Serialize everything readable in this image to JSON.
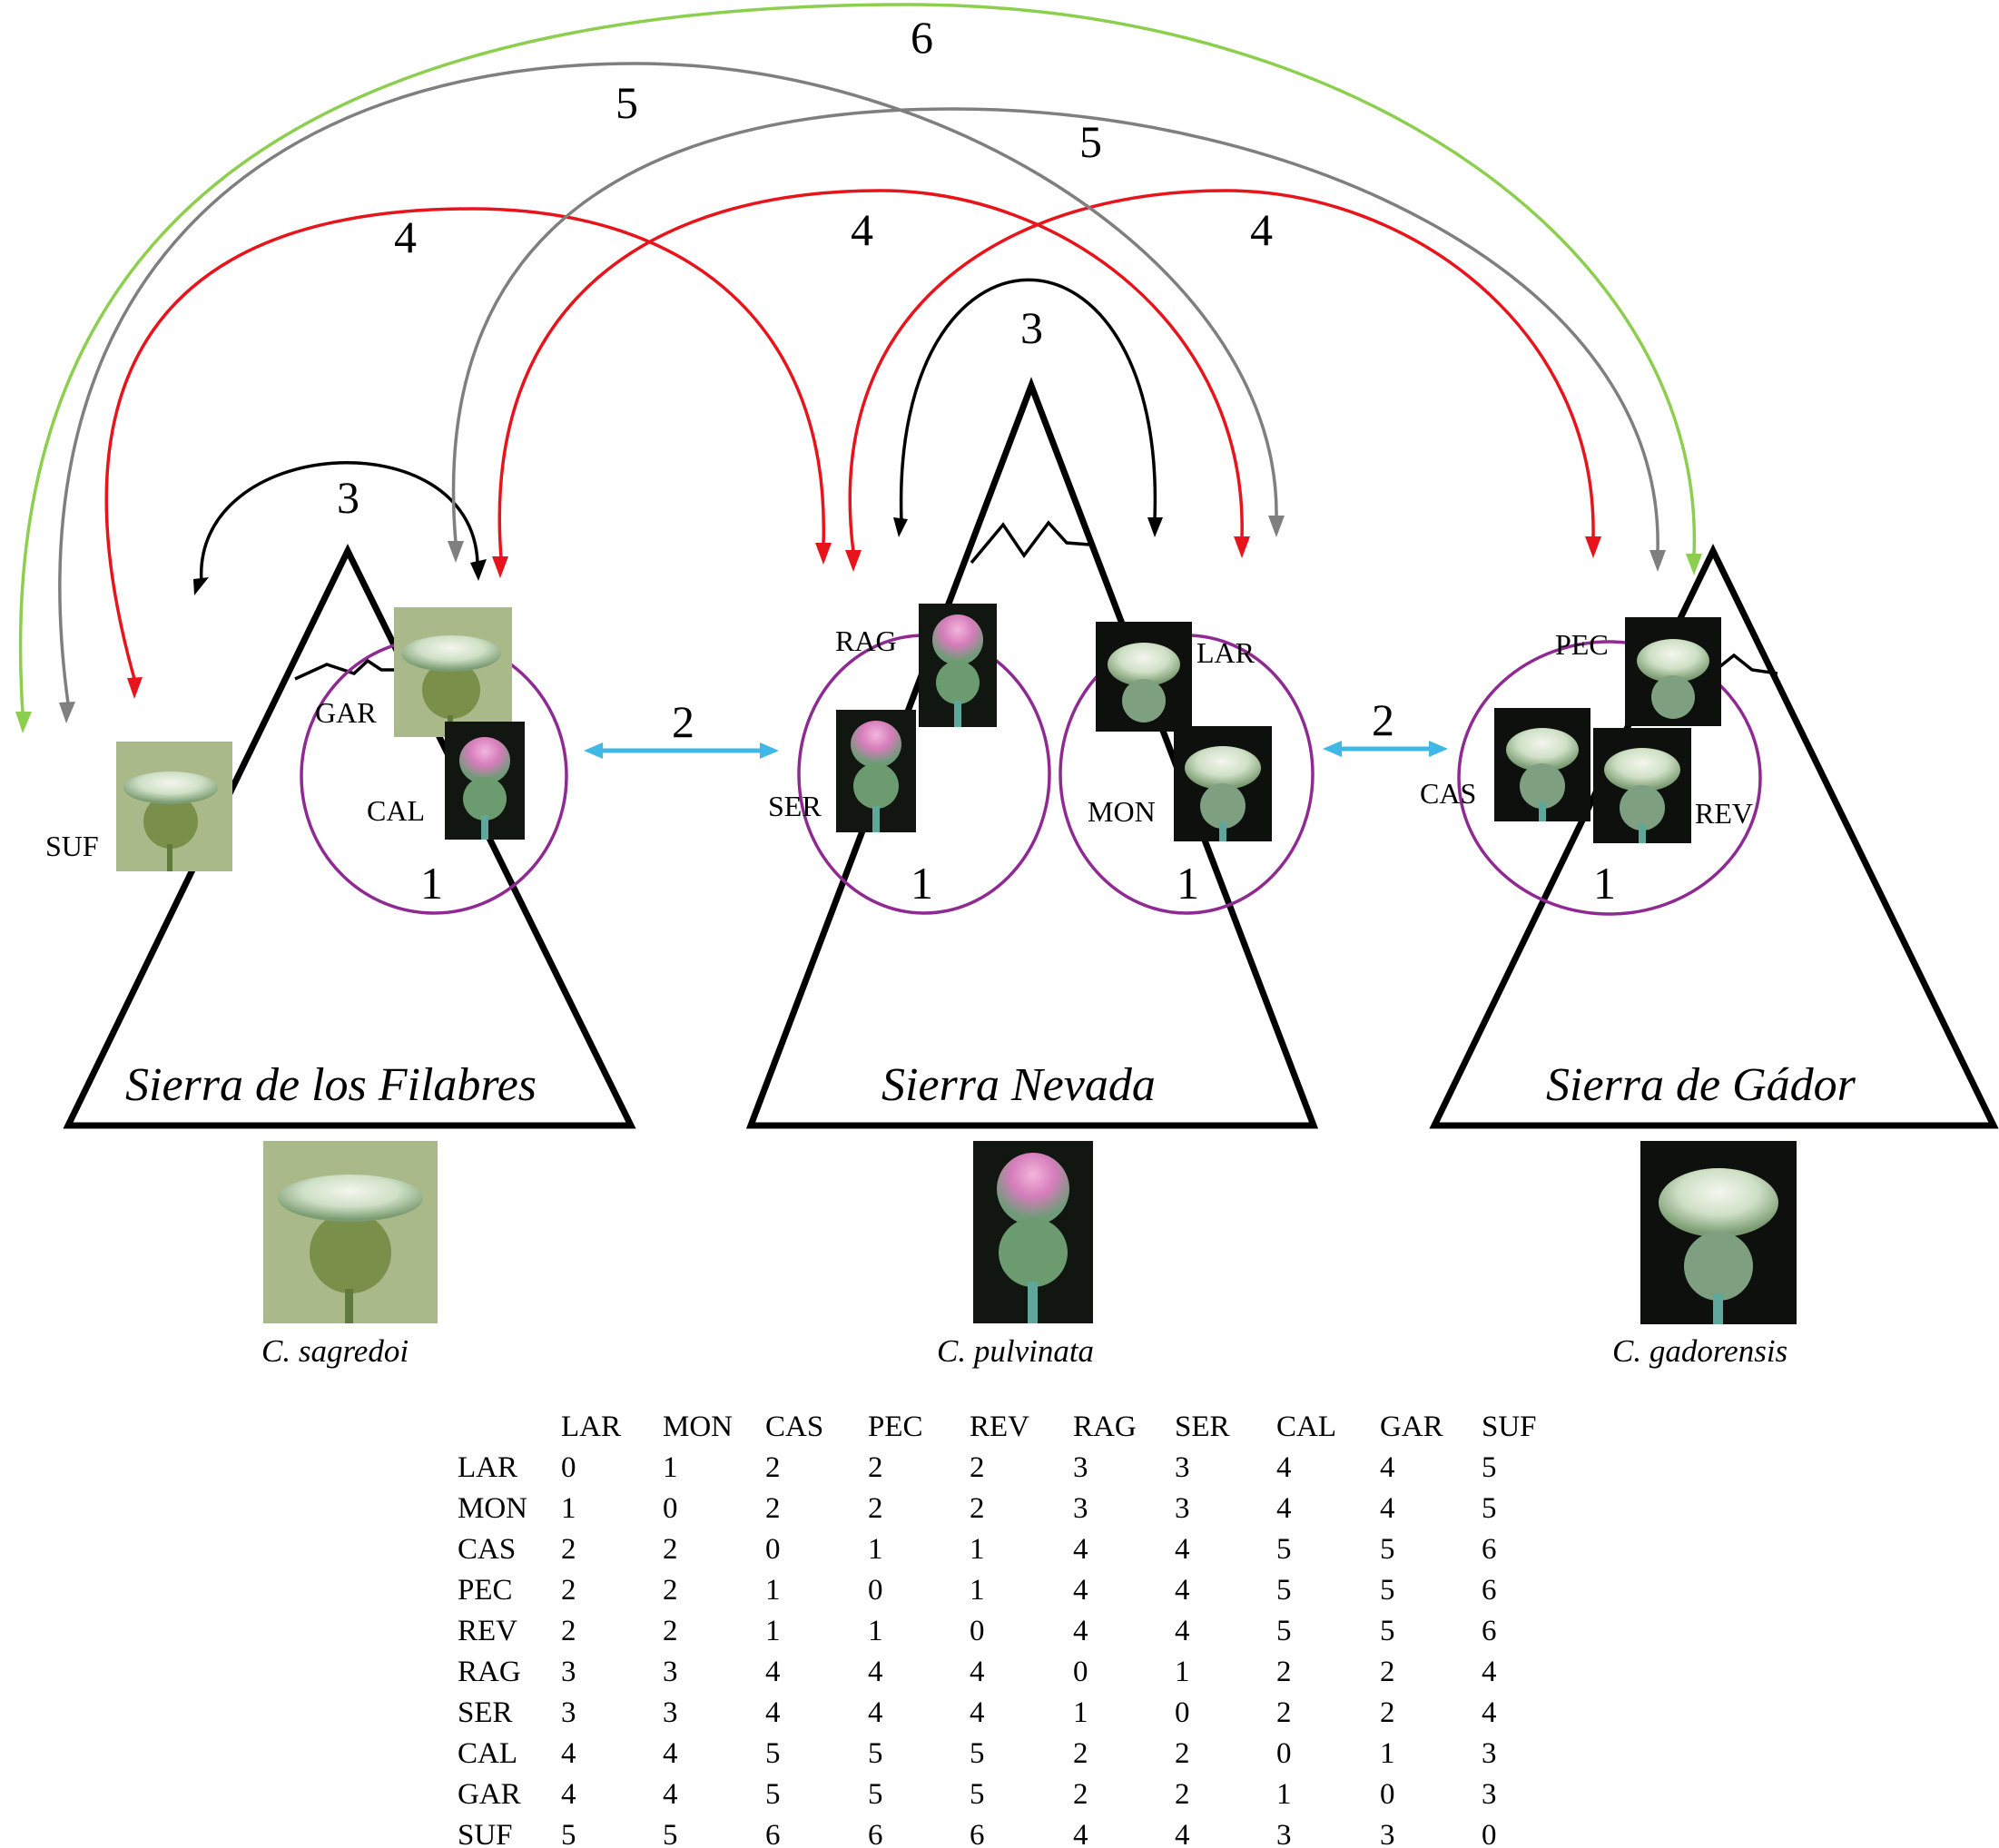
{
  "mountains": [
    {
      "name": "Sierra de los Filabres",
      "species": "C. sagredoi"
    },
    {
      "name": "Sierra Nevada",
      "species": "C. pulvinata"
    },
    {
      "name": "Sierra de Gádor",
      "species": "C. gadorensis"
    }
  ],
  "populations": [
    "SUF",
    "GAR",
    "CAL",
    "RAG",
    "SER",
    "LAR",
    "MON",
    "PEC",
    "CAS",
    "REV"
  ],
  "cluster_labels": [
    "1",
    "1",
    "1",
    "1"
  ],
  "connection_labels": {
    "link_2": [
      "2",
      "2"
    ],
    "link_3": [
      "3",
      "3"
    ],
    "link_4": [
      "4",
      "4",
      "4"
    ],
    "link_5": [
      "5",
      "5"
    ],
    "link_6": [
      "6"
    ]
  },
  "colors": {
    "level_1_ellipse": "#8e2a92",
    "level_2_arrow": "#3fb8e6",
    "level_3_arrow": "#000000",
    "level_4_arrow": "#e8141b",
    "level_5_arrow": "#7f7f7f",
    "level_6_arrow": "#8ccf4e"
  },
  "distance_table": {
    "columns": [
      "LAR",
      "MON",
      "CAS",
      "PEC",
      "REV",
      "RAG",
      "SER",
      "CAL",
      "GAR",
      "SUF"
    ],
    "rows": [
      {
        "label": "LAR",
        "values": [
          "0",
          "1",
          "2",
          "2",
          "2",
          "3",
          "3",
          "4",
          "4",
          "5"
        ]
      },
      {
        "label": "MON",
        "values": [
          "1",
          "0",
          "2",
          "2",
          "2",
          "3",
          "3",
          "4",
          "4",
          "5"
        ]
      },
      {
        "label": "CAS",
        "values": [
          "2",
          "2",
          "0",
          "1",
          "1",
          "4",
          "4",
          "5",
          "5",
          "6"
        ]
      },
      {
        "label": "PEC",
        "values": [
          "2",
          "2",
          "1",
          "0",
          "1",
          "4",
          "4",
          "5",
          "5",
          "6"
        ]
      },
      {
        "label": "REV",
        "values": [
          "2",
          "2",
          "1",
          "1",
          "0",
          "4",
          "4",
          "5",
          "5",
          "6"
        ]
      },
      {
        "label": "RAG",
        "values": [
          "3",
          "3",
          "4",
          "4",
          "4",
          "0",
          "1",
          "2",
          "2",
          "4"
        ]
      },
      {
        "label": "SER",
        "values": [
          "3",
          "3",
          "4",
          "4",
          "4",
          "1",
          "0",
          "2",
          "2",
          "4"
        ]
      },
      {
        "label": "CAL",
        "values": [
          "4",
          "4",
          "5",
          "5",
          "5",
          "2",
          "2",
          "0",
          "1",
          "3"
        ]
      },
      {
        "label": "GAR",
        "values": [
          "4",
          "4",
          "5",
          "5",
          "5",
          "2",
          "2",
          "1",
          "0",
          "3"
        ]
      },
      {
        "label": "SUF",
        "values": [
          "5",
          "5",
          "6",
          "6",
          "6",
          "4",
          "4",
          "3",
          "3",
          "0"
        ]
      }
    ]
  }
}
